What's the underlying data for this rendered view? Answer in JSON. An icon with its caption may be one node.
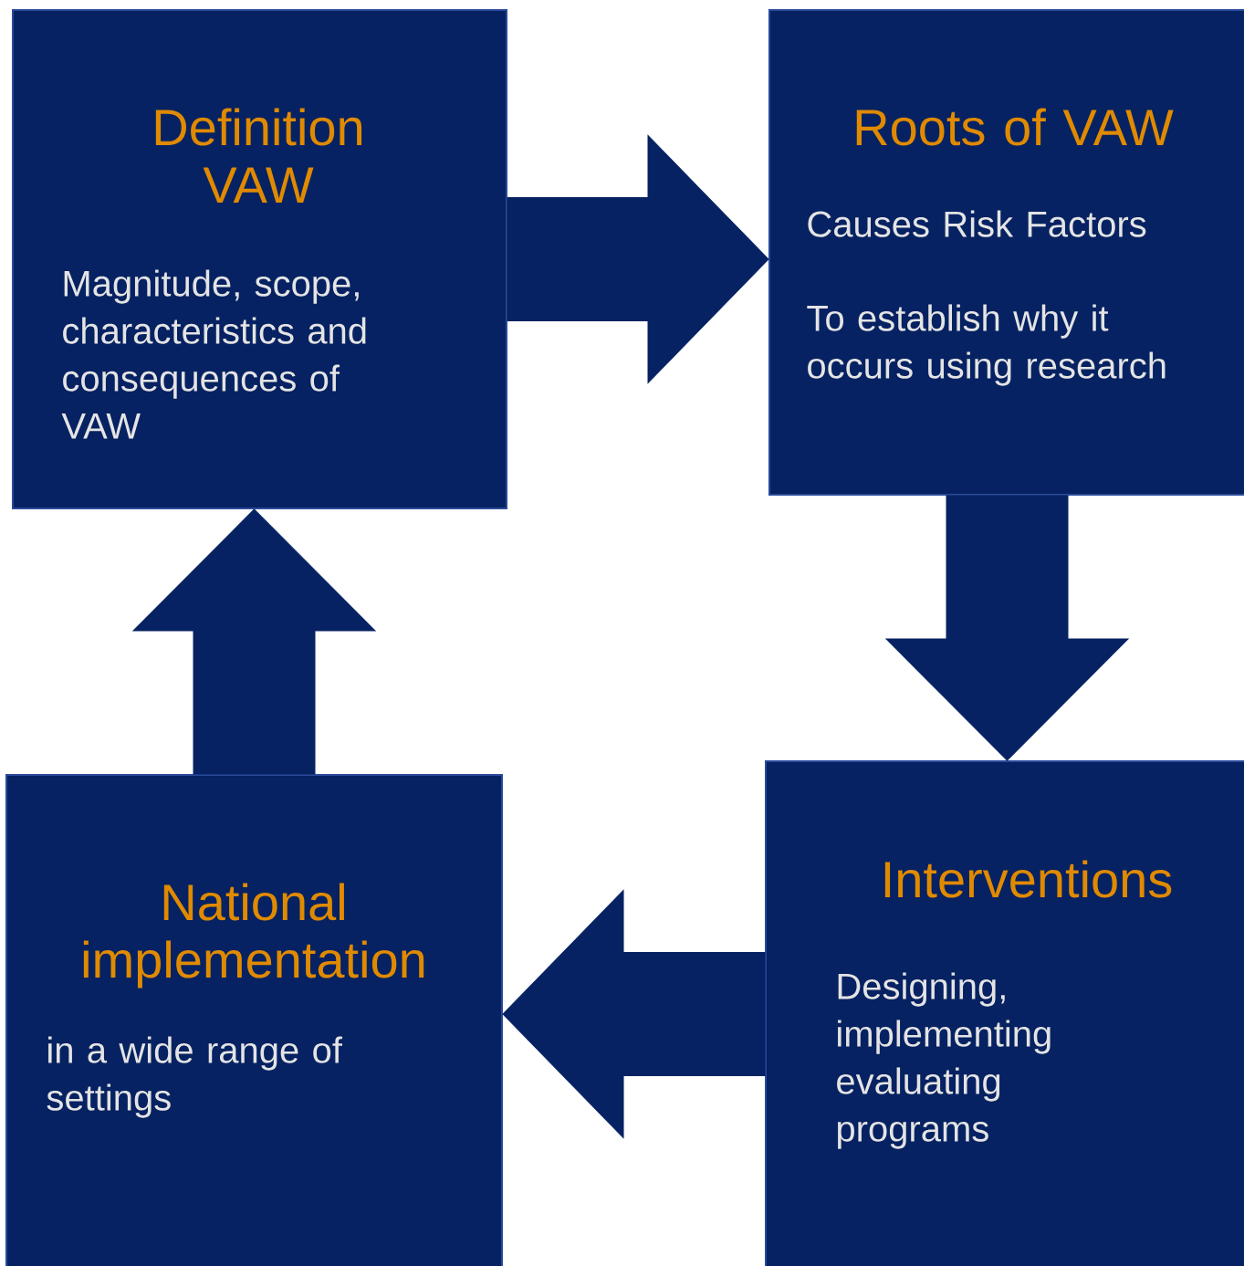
{
  "diagram": {
    "nodes": [
      {
        "text": [
          "Definition VAW",
          "Magnitude, scope, characteristics and consequences of VAW"
        ]
      },
      {
        "text": [
          "Roots of VAW",
          "Causes Risk Factors",
          "To establish why it occurs using research"
        ]
      },
      {
        "text": [
          "Interventions",
          "Designing, implementing evaluating programs"
        ]
      },
      {
        "text": [
          "National implementation",
          "in a wide range of settings"
        ]
      }
    ],
    "edges": [
      {
        "from": 0,
        "to": 1,
        "arrow": "to"
      },
      {
        "from": 1,
        "to": 2,
        "arrow": "to"
      },
      {
        "from": 2,
        "to": 3,
        "arrow": "to"
      },
      {
        "from": 3,
        "to": 0,
        "arrow": "to"
      }
    ]
  }
}
